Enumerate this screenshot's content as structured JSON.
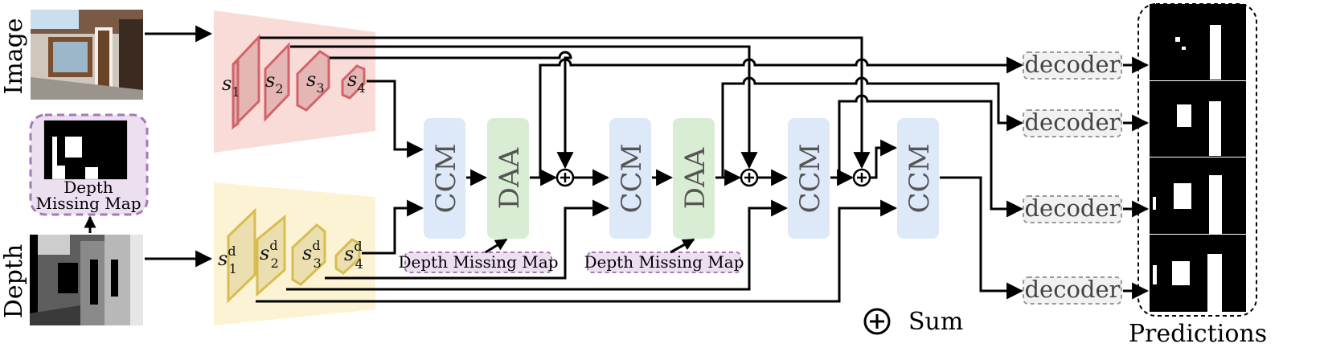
{
  "labels": {
    "image": "Image",
    "depth": "Depth",
    "depth_missing_map": [
      "Depth",
      "Missing Map"
    ],
    "predictions": "Predictions",
    "sum": "Sum"
  },
  "rgb_features": [
    {
      "base": "s",
      "sub": "1",
      "sup": ""
    },
    {
      "base": "s",
      "sub": "2",
      "sup": ""
    },
    {
      "base": "s",
      "sub": "3",
      "sup": ""
    },
    {
      "base": "s",
      "sub": "4",
      "sup": ""
    }
  ],
  "depth_features": [
    {
      "base": "s",
      "sub": "1",
      "sup": "d"
    },
    {
      "base": "s",
      "sub": "2",
      "sup": "d"
    },
    {
      "base": "s",
      "sub": "3",
      "sup": "d"
    },
    {
      "base": "s",
      "sub": "4",
      "sup": "d"
    }
  ],
  "blocks": [
    "CCM",
    "DAA",
    "CCM",
    "DAA",
    "CCM",
    "CCM"
  ],
  "dmm_tags": [
    "Depth Missing Map",
    "Depth Missing Map"
  ],
  "decoders": [
    "decoder",
    "decoder",
    "decoder",
    "decoder"
  ],
  "colors": {
    "rgb_fill": "#f9dcd8",
    "rgb_edge": "#d2636a",
    "depth_fill": "#fcf3d4",
    "depth_edge": "#d8bc50",
    "ccm_fill": "#dde8f9",
    "daa_fill": "#d9ecd4",
    "dmm_fill": "#ecdff0",
    "dmm_edge": "#a878b8"
  }
}
